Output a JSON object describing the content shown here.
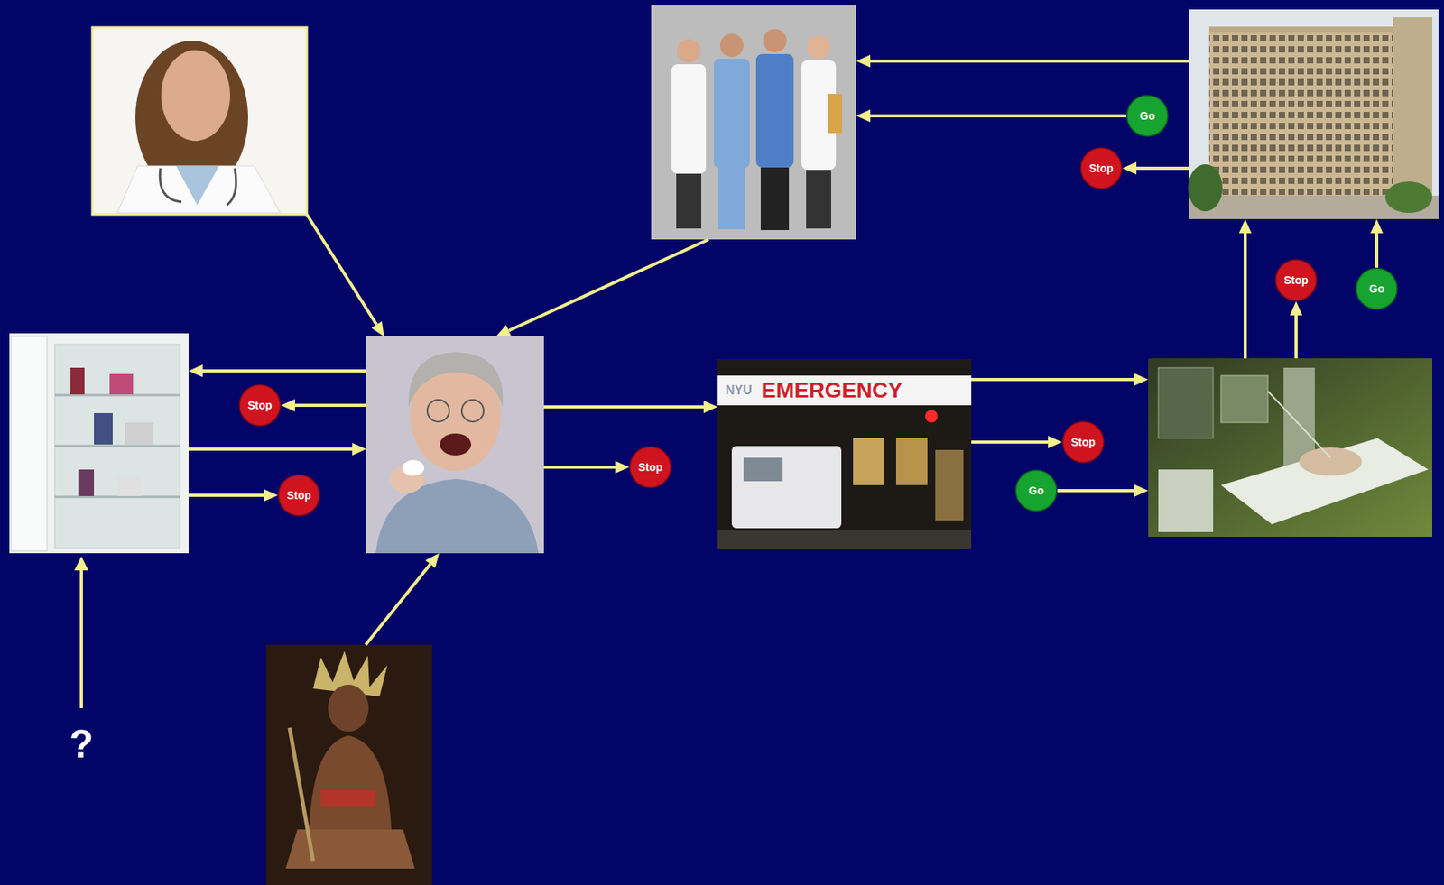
{
  "diagram": {
    "nodes": [
      {
        "text": []
      },
      {
        "text": []
      },
      {
        "text": []
      },
      {
        "text": [
          "Go"
        ]
      },
      {
        "text": [
          "Stop"
        ]
      },
      {
        "text": [
          "Stop"
        ]
      },
      {
        "text": [
          "Go"
        ]
      },
      {
        "text": []
      },
      {
        "text": [
          "Stop"
        ]
      },
      {
        "text": []
      },
      {
        "text": [
          "NYU",
          "EMERGENCY"
        ]
      },
      {
        "text": []
      },
      {
        "text": [
          "Stop"
        ]
      },
      {
        "text": [
          "Stop"
        ]
      },
      {
        "text": [
          "Stop"
        ]
      },
      {
        "text": [
          "Go"
        ]
      },
      {
        "text": []
      }
    ],
    "edges": [
      {
        "from": 0,
        "to": 9,
        "arrow": "to"
      },
      {
        "from": 1,
        "to": 9,
        "arrow": "to"
      },
      {
        "from": 2,
        "to": 1,
        "arrow": "to"
      },
      {
        "from": 3,
        "to": 1,
        "arrow": "to"
      },
      {
        "from": 2,
        "to": 4,
        "arrow": "to"
      },
      {
        "from": 11,
        "to": 2,
        "arrow": "to"
      },
      {
        "from": 11,
        "to": 5,
        "arrow": "to"
      },
      {
        "from": 6,
        "to": 2,
        "arrow": "to"
      },
      {
        "from": 9,
        "to": 7,
        "arrow": "to"
      },
      {
        "from": 9,
        "to": 8,
        "arrow": "to"
      },
      {
        "from": 7,
        "to": 9,
        "arrow": "to"
      },
      {
        "from": 7,
        "to": 12,
        "arrow": "to"
      },
      {
        "from": 9,
        "to": 10,
        "arrow": "to"
      },
      {
        "from": 9,
        "to": 13,
        "arrow": "to"
      },
      {
        "from": 10,
        "to": 11,
        "arrow": "to"
      },
      {
        "from": 10,
        "to": 14,
        "arrow": "to"
      },
      {
        "from": 15,
        "to": 11,
        "arrow": "to"
      },
      {
        "from": 16,
        "to": 9,
        "arrow": "to"
      }
    ],
    "labels": [
      "?"
    ]
  }
}
